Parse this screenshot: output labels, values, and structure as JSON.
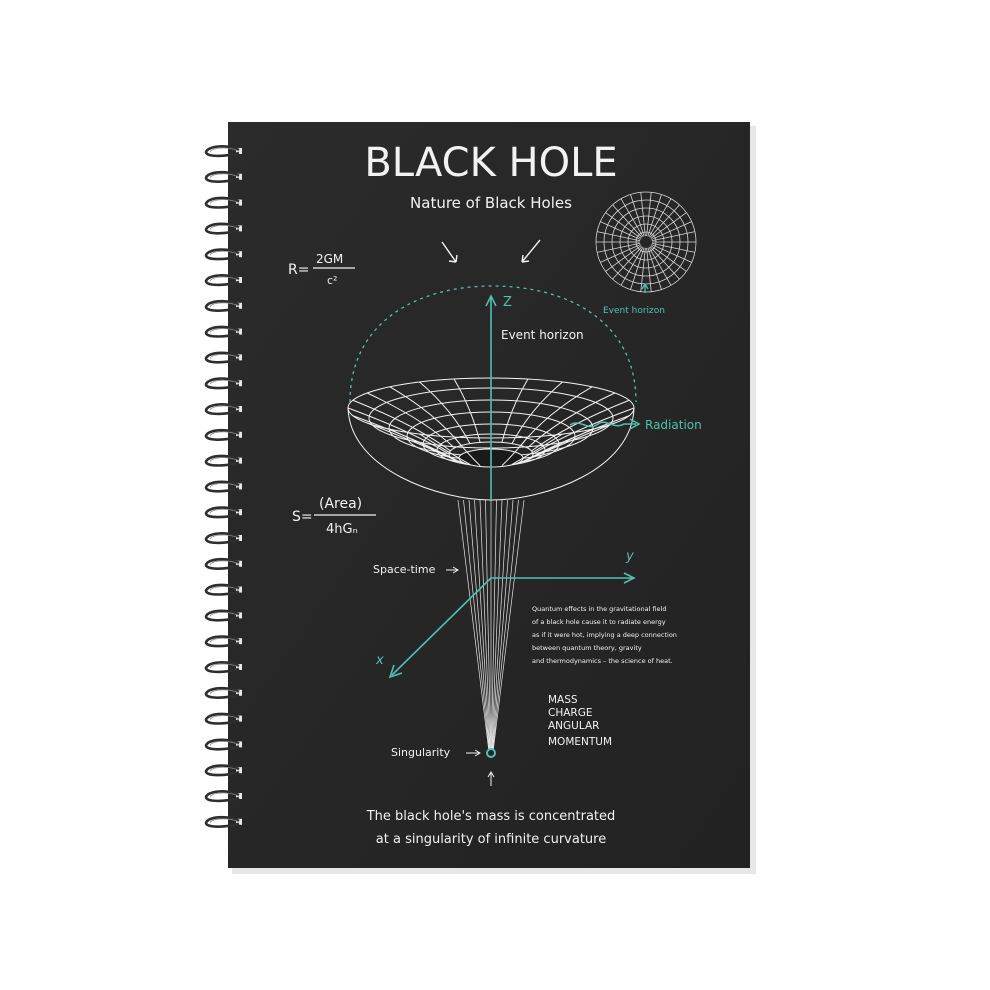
{
  "notebook": {
    "title": "BLACK HOLE",
    "subtitle": "Nature of Black Holes",
    "formula_radius": {
      "lhs": "R=",
      "numerator": "2GM",
      "denominator": "c²"
    },
    "formula_entropy": {
      "lhs": "S=",
      "numerator": "(Area)",
      "denominator": "4hGₙ"
    },
    "label_event_horizon": "Event horizon",
    "label_event_horizon_small": "Event horizon",
    "label_radiation": "Radiation",
    "label_space_time": "Space-time",
    "label_singularity": "Singularity",
    "axis_z": "Z",
    "axis_y": "y",
    "axis_x": "x",
    "quantum_text": [
      "Quantum effects in the gravitational field",
      "of a black hole cause it to radiate energy",
      "as if it were hot, implying a deep connection",
      "between quantum theory, gravity",
      "and thermodynamics – the science of heat."
    ],
    "properties": [
      "MASS",
      "CHARGE",
      "ANGULAR",
      "MOMENTUM"
    ],
    "caption": [
      "The black hole's mass is concentrated",
      "at a singularity of infinite curvature"
    ],
    "colors": {
      "cover": "#262626",
      "accent": "#4ec2b0",
      "ink": "#f2f2f2",
      "coil": "#2a2a2a"
    }
  }
}
